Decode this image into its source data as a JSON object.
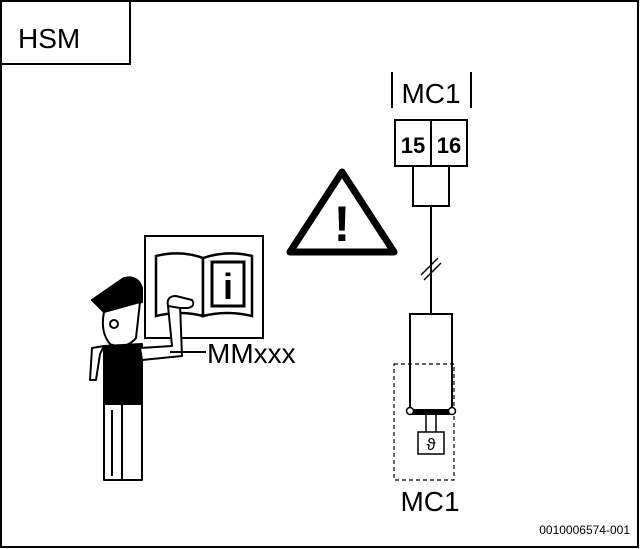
{
  "title": "HSM",
  "connector": {
    "top_label": "MC1",
    "terminals": [
      "15",
      "16"
    ],
    "bottom_label": "MC1",
    "sensor_symbol": "ϑ"
  },
  "manual_label": "MMxxx",
  "manual_icon_letter": "i",
  "warning_icon_glyph": "!",
  "figure_id": "0010006574-001"
}
